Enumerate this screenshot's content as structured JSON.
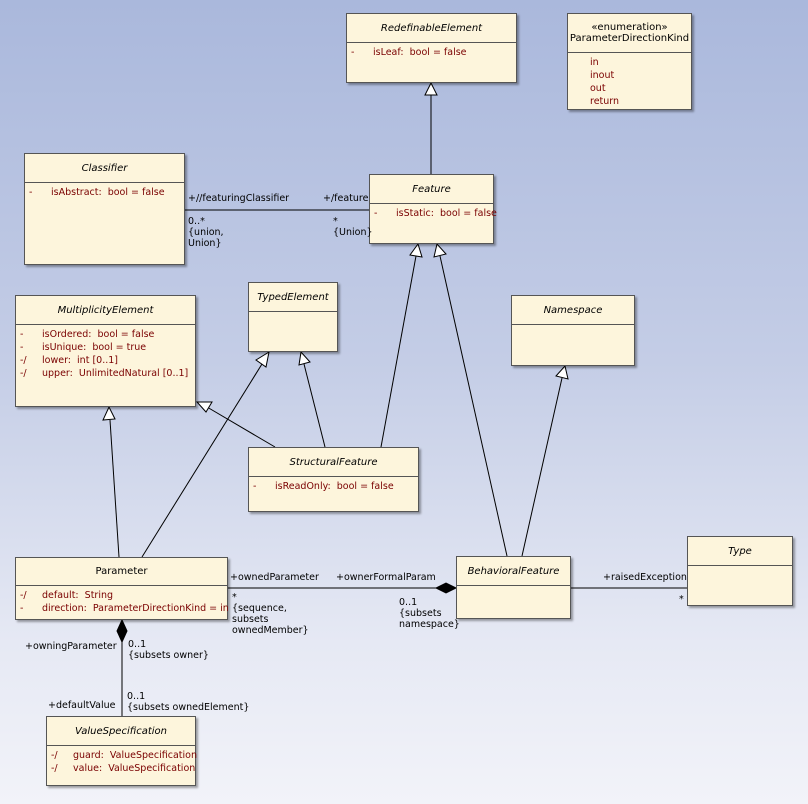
{
  "classes": {
    "redefinable_element": {
      "name": "RedefinableElement",
      "attrs": [
        {
          "vis": "-",
          "text": "isLeaf:  bool = false"
        }
      ]
    },
    "parameter_direction_kind": {
      "stereotype": "«enumeration»",
      "name": "ParameterDirectionKind",
      "literals": [
        "in",
        "inout",
        "out",
        "return"
      ]
    },
    "classifier": {
      "name": "Classifier",
      "attrs": [
        {
          "vis": "-",
          "text": "isAbstract:  bool = false"
        }
      ]
    },
    "feature": {
      "name": "Feature",
      "attrs": [
        {
          "vis": "-",
          "text": "isStatic:  bool = false"
        }
      ]
    },
    "multiplicity_element": {
      "name": "MultiplicityElement",
      "attrs": [
        {
          "vis": "-",
          "text": "isOrdered:  bool = false"
        },
        {
          "vis": "-",
          "text": "isUnique:  bool = true"
        },
        {
          "vis": "-/",
          "text": "lower:  int [0..1]"
        },
        {
          "vis": "-/",
          "text": "upper:  UnlimitedNatural [0..1]"
        }
      ]
    },
    "typed_element": {
      "name": "TypedElement"
    },
    "namespace": {
      "name": "Namespace"
    },
    "structural_feature": {
      "name": "StructuralFeature",
      "attrs": [
        {
          "vis": "-",
          "text": "isReadOnly:  bool = false"
        }
      ]
    },
    "parameter": {
      "name": "Parameter",
      "attrs": [
        {
          "vis": "-/",
          "text": "default:  String"
        },
        {
          "vis": "-",
          "text": "direction:  ParameterDirectionKind = in"
        }
      ]
    },
    "behavioral_feature": {
      "name": "BehavioralFeature"
    },
    "type": {
      "name": "Type"
    },
    "value_specification": {
      "name": "ValueSpecification",
      "attrs": [
        {
          "vis": "-/",
          "text": "guard:  ValueSpecification"
        },
        {
          "vis": "-/",
          "text": "value:  ValueSpecification"
        }
      ]
    }
  },
  "labels": {
    "featuring_classifier_role": "+//featuringClassifier",
    "featuring_classifier_mult": "0..*\n{union,\nUnion}",
    "feature_role": "+/feature",
    "feature_mult": "*\n{Union}",
    "owned_parameter_role": "+ownedParameter",
    "owned_parameter_mult": "*\n{sequence,\nsubsets\nownedMember}",
    "owner_formal_param_role": "+ownerFormalParam",
    "owner_formal_param_mult": "0..1\n{subsets\nnamespace}",
    "raised_exception_role": "+raisedException",
    "raised_exception_mult": "*",
    "owning_parameter_role": "+owningParameter",
    "owning_parameter_mult": "0..1\n{subsets owner}",
    "default_value_role": "+defaultValue",
    "default_value_mult": "0..1\n{subsets ownedElement}"
  }
}
